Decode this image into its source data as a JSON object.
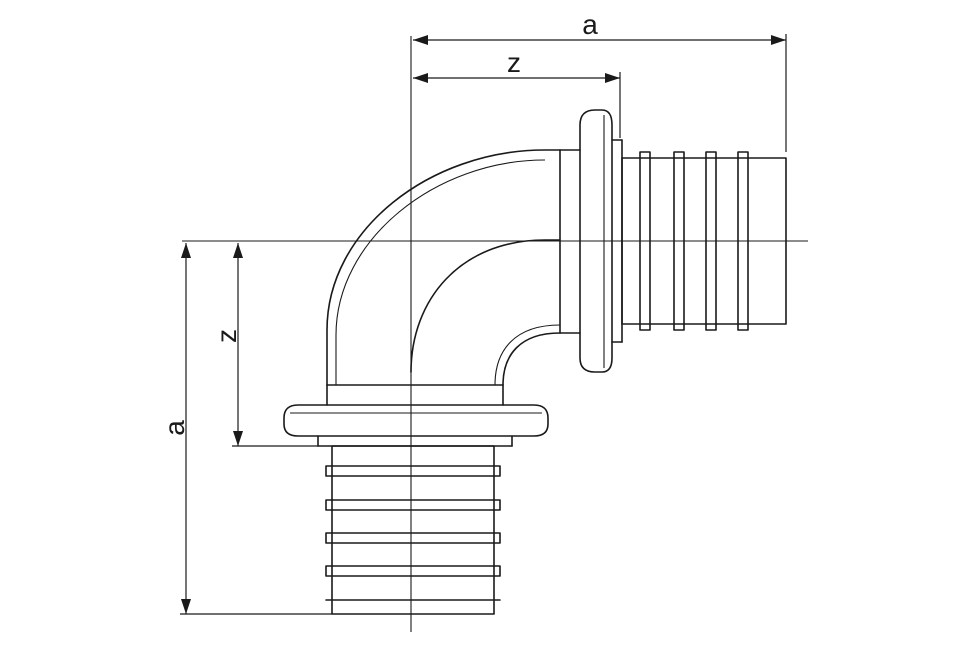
{
  "labels": {
    "top_a": "a",
    "top_z": "z",
    "left_z": "z",
    "left_a": "a"
  }
}
